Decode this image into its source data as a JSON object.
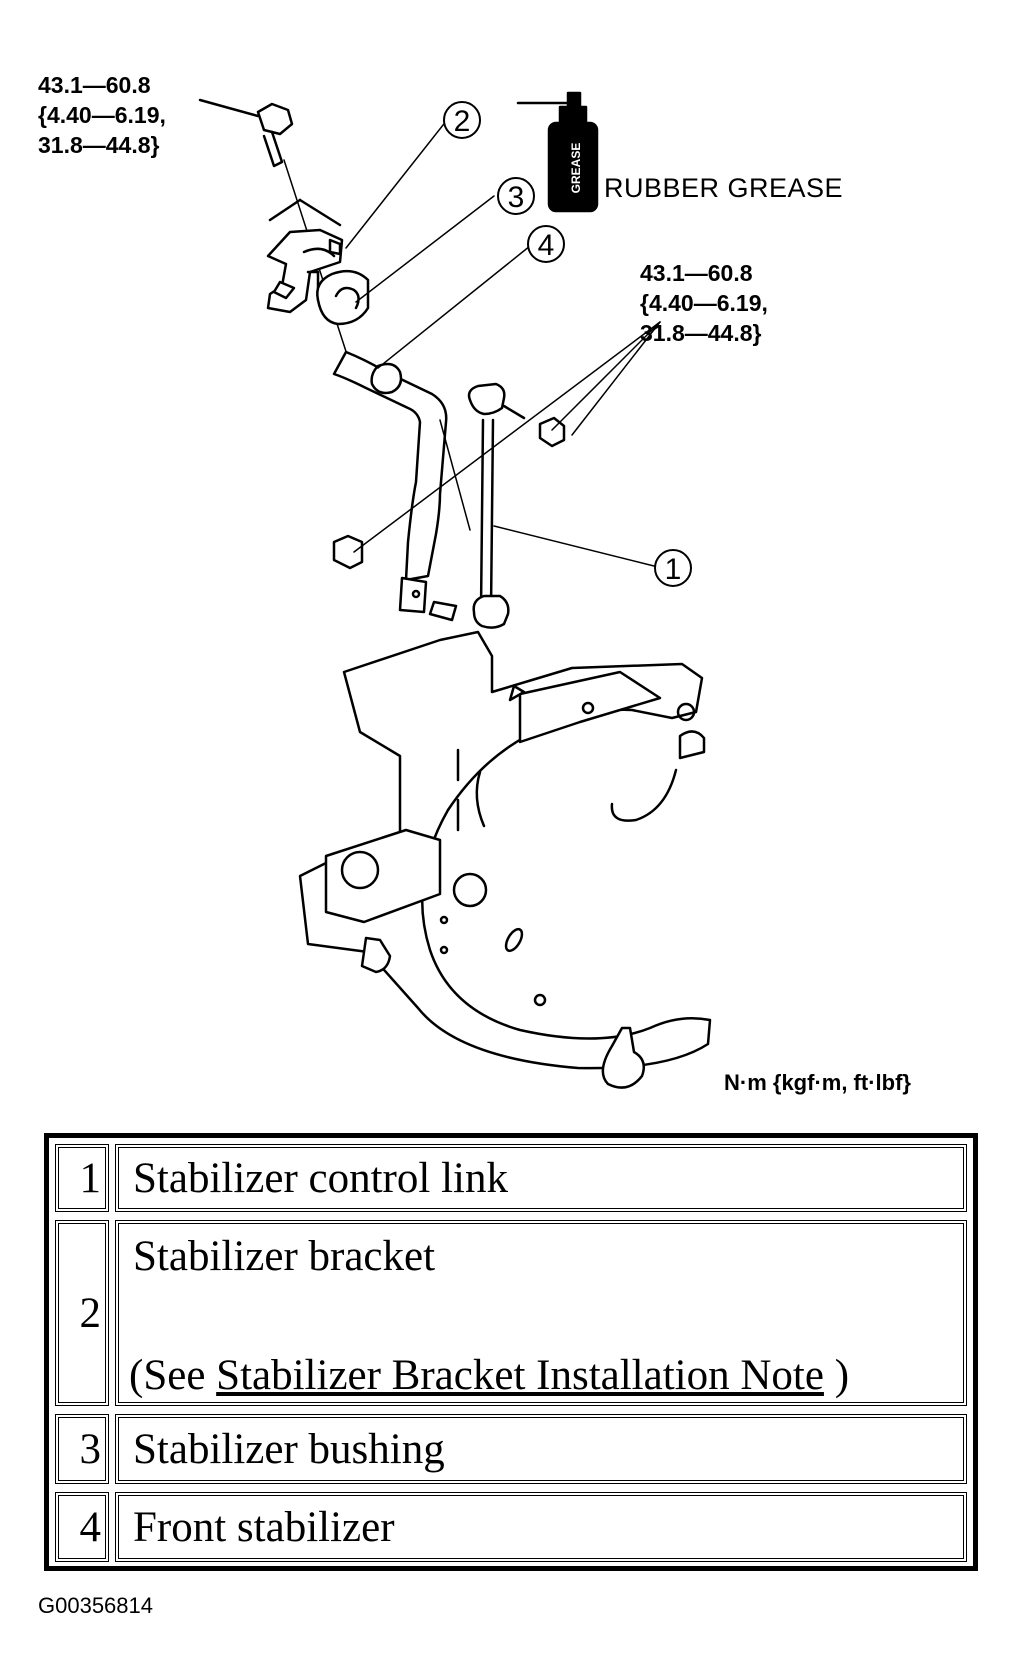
{
  "torque_top_left": "43.1—60.8\n{4.40—6.19,\n31.8—44.8}",
  "torque_right": "43.1—60.8\n{4.40—6.19,\n31.8—44.8}",
  "grease_can_text": "GREASE",
  "grease_label": "RUBBER GREASE",
  "units": "N·m {kgf·m, ft·lbf}",
  "callouts": [
    "1",
    "2",
    "3",
    "4"
  ],
  "legend": [
    {
      "num": "1",
      "text": "Stabilizer control link"
    },
    {
      "num": "2",
      "text": "Stabilizer bracket",
      "note_prefix": "(See ",
      "note_link": "Stabilizer Bracket Installation Note",
      "note_suffix": " )"
    },
    {
      "num": "3",
      "text": "Stabilizer bushing"
    },
    {
      "num": "4",
      "text": "Front stabilizer"
    }
  ],
  "figure_id": "G00356814"
}
